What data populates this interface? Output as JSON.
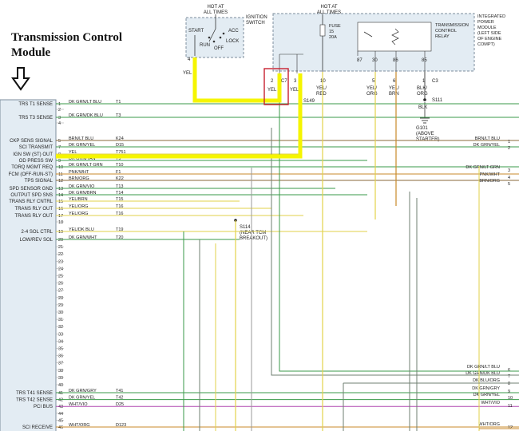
{
  "title": {
    "line1": "Transmission Control",
    "line2": "Module"
  },
  "ignition_switch": {
    "hot_label_1": "HOT AT",
    "hot_label_2": "ALL TIMES",
    "name_1": "IGNITION",
    "name_2": "SWITCH",
    "start": "START",
    "acc": "ACC",
    "run": "RUN",
    "lock": "LOCK",
    "off": "OFF",
    "pin": "4",
    "wire": "YEL"
  },
  "ipm": {
    "hot_label_1": "HOT AT",
    "hot_label_2": "ALL TIMES",
    "name_lines": [
      "INTEGRATED",
      "POWER",
      "MODULE",
      "(LEFT SIDE",
      "OF ENGINE",
      "COMPT)"
    ],
    "fuse_lines": [
      "FUSE",
      "15",
      "20A"
    ],
    "relay_lines": [
      "TRANSMISSION",
      "CONTROL",
      "RELAY"
    ],
    "relay_pins": [
      "87",
      "30",
      "86",
      "85"
    ],
    "pin_labels": [
      "2",
      "C7",
      "3",
      "10",
      "5",
      "6",
      "1",
      "C3"
    ]
  },
  "top_wires": {
    "yel_1": "YEL",
    "yel_2": "YEL",
    "yel_red_1": "YEL/",
    "yel_red_2": "RED",
    "yel_org_1": "YEL/",
    "yel_org_2": "ORG",
    "yel_brn_1": "YEL/",
    "yel_brn_2": "BRN",
    "blk_org_1": "BLK/",
    "blk_org_2": "ORG",
    "blk": "BLK"
  },
  "splices": {
    "s149": "S149",
    "s111": "S111",
    "s114_lines": [
      "S114",
      "(NEAR TCM",
      "BREAKOUT)"
    ]
  },
  "ground": {
    "lines": [
      "G101",
      "(ABOVE",
      "STARTER)"
    ]
  },
  "tcm_rows": [
    {
      "pin": "1",
      "label": "TRS T1 SENSE",
      "wire": "DK GRN/LT BLU",
      "code": "T1"
    },
    {
      "pin": "2",
      "label": "",
      "wire": "",
      "code": ""
    },
    {
      "pin": "3",
      "label": "TRS T3 SENSE",
      "wire": "DK GRN/DK BLU",
      "code": "T3"
    },
    {
      "pin": "4",
      "label": "",
      "wire": "",
      "code": ""
    },
    {
      "pin": "5",
      "label": "CKP SENS SIGNAL",
      "wire": "BRN/LT BLU",
      "code": "K24"
    },
    {
      "pin": "7",
      "label": "SCI TRANSMIT",
      "wire": "DK GRN/YEL",
      "code": "D15"
    },
    {
      "pin": "8",
      "label": "IGN SW (ST) OUT",
      "wire": "YEL",
      "code": "T751"
    },
    {
      "pin": "9",
      "label": "OD PRESS SW",
      "wire": "DK GRN/TAN",
      "code": "T9"
    },
    {
      "pin": "10",
      "label": "TORQ MGMT REQ",
      "wire": "DK GRN/LT GRN",
      "code": "T10"
    },
    {
      "pin": "11",
      "label": "FCM (OFF-RUN-ST)",
      "wire": "PNK/WHT",
      "code": "F1"
    },
    {
      "pin": "12",
      "label": "TPS SIGNAL",
      "wire": "BRN/ORG",
      "code": "K22"
    },
    {
      "pin": "13",
      "label": "SPD SENSOR GND",
      "wire": "DK GRN/VIO",
      "code": "T13"
    },
    {
      "pin": "14",
      "label": "OUTPUT SPD SNS",
      "wire": "DK GRN/BRN",
      "code": "T14"
    },
    {
      "pin": "15",
      "label": "TRANS RLY CNTRL",
      "wire": "YEL/BRN",
      "code": "T15"
    },
    {
      "pin": "16",
      "label": "TRANS RLY OUT",
      "wire": "YEL/ORG",
      "code": "T16"
    },
    {
      "pin": "17",
      "label": "TRANS RLY OUT",
      "wire": "YEL/ORG",
      "code": "T16"
    },
    {
      "pin": "18",
      "label": "",
      "wire": "",
      "code": ""
    },
    {
      "pin": "19",
      "label": "2-4 SOL CTRL",
      "wire": "YEL/DK BLU",
      "code": "T19"
    },
    {
      "pin": "20",
      "label": "LOW/REV SOL",
      "wire": "DK GRN/WHT",
      "code": "T20"
    },
    {
      "pin": "21",
      "label": "",
      "wire": "",
      "code": ""
    },
    {
      "pin": "22",
      "label": "",
      "wire": "",
      "code": ""
    },
    {
      "pin": "23",
      "label": "",
      "wire": "",
      "code": ""
    },
    {
      "pin": "24",
      "label": "",
      "wire": "",
      "code": ""
    },
    {
      "pin": "25",
      "label": "",
      "wire": "",
      "code": ""
    },
    {
      "pin": "26",
      "label": "",
      "wire": "",
      "code": ""
    },
    {
      "pin": "27",
      "label": "",
      "wire": "",
      "code": ""
    },
    {
      "pin": "28",
      "label": "",
      "wire": "",
      "code": ""
    },
    {
      "pin": "29",
      "label": "",
      "wire": "",
      "code": ""
    },
    {
      "pin": "30",
      "label": "",
      "wire": "",
      "code": ""
    },
    {
      "pin": "31",
      "label": "",
      "wire": "",
      "code": ""
    },
    {
      "pin": "32",
      "label": "",
      "wire": "",
      "code": ""
    },
    {
      "pin": "33",
      "label": "",
      "wire": "",
      "code": ""
    },
    {
      "pin": "34",
      "label": "",
      "wire": "",
      "code": ""
    },
    {
      "pin": "35",
      "label": "",
      "wire": "",
      "code": ""
    },
    {
      "pin": "36",
      "label": "",
      "wire": "",
      "code": ""
    },
    {
      "pin": "37",
      "label": "",
      "wire": "",
      "code": ""
    },
    {
      "pin": "38",
      "label": "",
      "wire": "",
      "code": ""
    },
    {
      "pin": "39",
      "label": "",
      "wire": "",
      "code": ""
    },
    {
      "pin": "40",
      "label": "",
      "wire": "",
      "code": ""
    },
    {
      "pin": "41",
      "label": "TRS T41 SENSE",
      "wire": "DK GRN/GRY",
      "code": "T41"
    },
    {
      "pin": "42",
      "label": "TRS T42 SENSE",
      "wire": "DK GRN/YEL",
      "code": "T42"
    },
    {
      "pin": "43",
      "label": "PCI BUS",
      "wire": "WHT/VIO",
      "code": "D25"
    },
    {
      "pin": "44",
      "label": "",
      "wire": "",
      "code": ""
    },
    {
      "pin": "45",
      "label": "",
      "wire": "",
      "code": ""
    },
    {
      "pin": "46",
      "label": "SCI RECEIVE",
      "wire": "WHT/ORG",
      "code": "D123"
    }
  ],
  "right_connectors": [
    {
      "pin": "1",
      "wire": "BRN/LT BLU"
    },
    {
      "pin": "2",
      "wire": "DK GRN/YEL"
    },
    {
      "pin": "3",
      "wire": "DK GRN/LT GRN"
    },
    {
      "pin": "4",
      "wire": "PNK/WHT"
    },
    {
      "pin": "5",
      "wire": "BRN/ORG"
    },
    {
      "pin": "6",
      "wire": "DK GRN/LT BLU"
    },
    {
      "pin": "7",
      "wire": "DK GRN/DK BLU"
    },
    {
      "pin": "8",
      "wire": "DK BLU/ORG"
    },
    {
      "pin": "9",
      "wire": "DK GRN/GRY"
    },
    {
      "pin": "10",
      "wire": "DK GRN/YEL"
    },
    {
      "pin": "11",
      "wire": "WHT/VIO"
    },
    {
      "pin": "12",
      "wire": "WHT/ORG"
    }
  ],
  "colors": {
    "highlight": "#f5f500",
    "marker": "#c8202f",
    "module_fill": "#e3ecf3",
    "module_border": "#7d8e9c",
    "wire_green": "#3a9a48",
    "wire_gray": "#6f7f72",
    "wire_yellow": "#e2d24a",
    "wire_orange": "#c98a2a",
    "wire_violet": "#b048b0",
    "wire_brown": "#8a6a3a"
  }
}
